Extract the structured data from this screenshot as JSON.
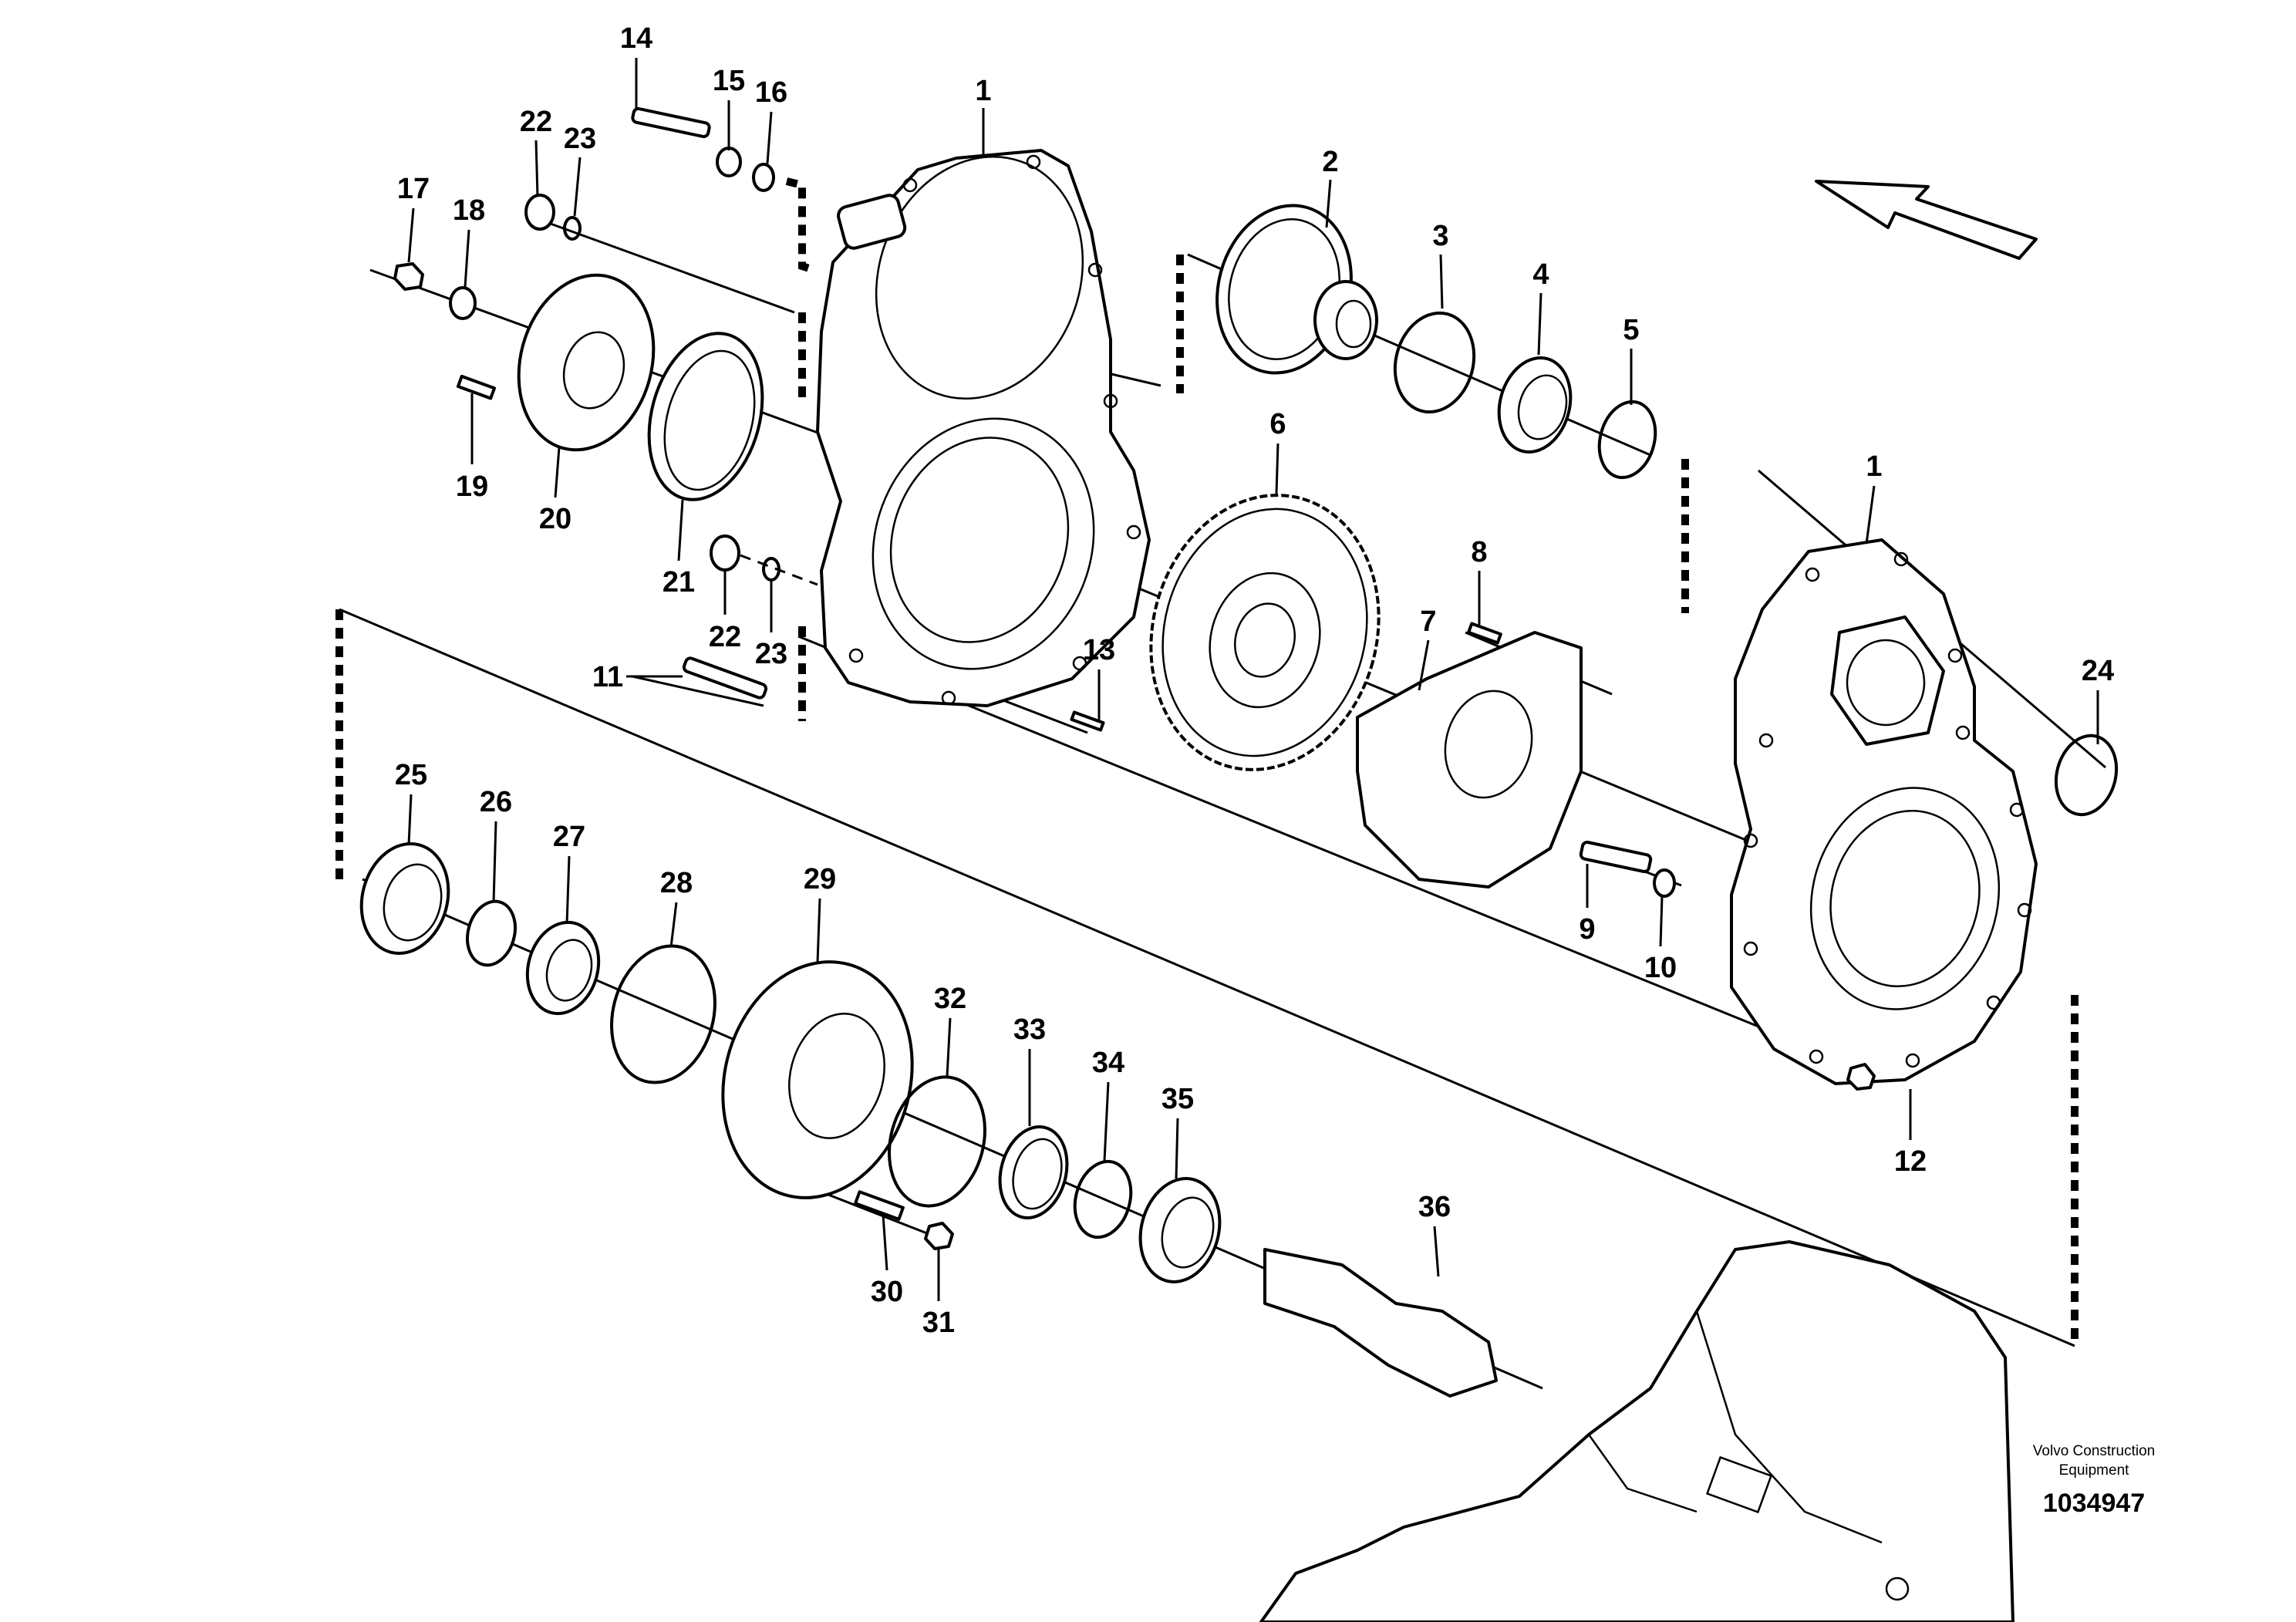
{
  "figure": {
    "part_labels": [
      "1",
      "2",
      "3",
      "4",
      "5",
      "6",
      "7",
      "8",
      "9",
      "10",
      "11",
      "12",
      "13",
      "14",
      "15",
      "16",
      "17",
      "18",
      "19",
      "20",
      "21",
      "22",
      "23",
      "24",
      "25",
      "26",
      "27",
      "28",
      "29",
      "30",
      "31",
      "32",
      "33",
      "34",
      "35",
      "36"
    ],
    "label_1_second": "1",
    "label_22_second": "22",
    "label_23_second": "23"
  },
  "brand": {
    "line1": "Volvo Construction",
    "line2": "Equipment",
    "code": "1034947"
  },
  "icons": {
    "direction_arrow": "direction-arrow-icon"
  }
}
